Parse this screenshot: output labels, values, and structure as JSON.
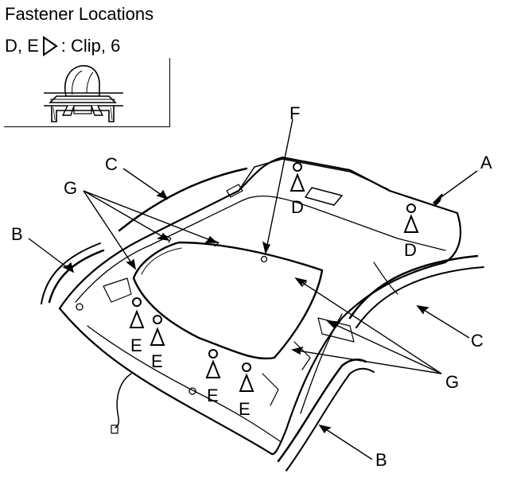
{
  "title": "Fastener Locations",
  "legend": {
    "prefix": "D, E",
    "suffix": ": Clip, 6",
    "icon": "clip-triangle-icon"
  },
  "labels": {
    "A": "A",
    "B_left": "B",
    "B_bottom": "B",
    "C_top": "C",
    "C_right": "C",
    "D_1": "D",
    "D_2": "D",
    "E_1": "E",
    "E_2": "E",
    "E_3": "E",
    "E_4": "E",
    "F": "F",
    "G_left": "G",
    "G_right": "G"
  }
}
